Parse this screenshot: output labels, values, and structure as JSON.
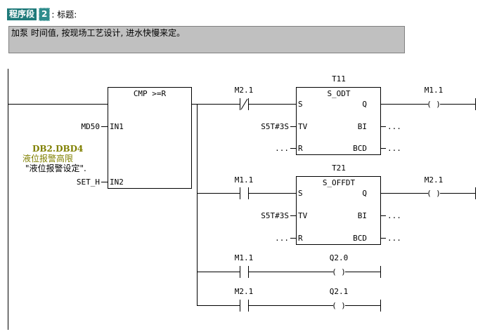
{
  "network": {
    "label": "程序段",
    "number": "2",
    "title_label": ": 标题:"
  },
  "comment": "加泵 时间值, 按现场工艺设计, 进水快慢来定。",
  "compare_block": {
    "name": "CMP >=R",
    "in1_label": "IN1",
    "in2_label": "IN2",
    "in1_operand": "MD50",
    "in2_operand": "SET_H"
  },
  "in2_info": {
    "address": "DB2.DBD4",
    "symbol": "液位报警高限",
    "comment": "\"液位报警设定\"."
  },
  "rungs": [
    {
      "contact": "M2.1",
      "contact_type": "NC",
      "timer": {
        "name": "T11",
        "type": "S_ODT",
        "tv": "S5T#3S",
        "pins": [
          "S",
          "TV",
          "R",
          "Q",
          "BI",
          "BCD"
        ],
        "r_operand": "...",
        "bi_operand": "...",
        "bcd_operand": "..."
      },
      "coil": "M1.1"
    },
    {
      "contact": "M1.1",
      "contact_type": "NO",
      "timer": {
        "name": "T21",
        "type": "S_OFFDT",
        "tv": "S5T#3S",
        "pins": [
          "S",
          "TV",
          "R",
          "Q",
          "BI",
          "BCD"
        ],
        "r_operand": "...",
        "bi_operand": "...",
        "bcd_operand": "..."
      },
      "coil": "M2.1"
    },
    {
      "contact": "M1.1",
      "contact_type": "NO",
      "coil": "Q2.0"
    },
    {
      "contact": "M2.1",
      "contact_type": "NO",
      "coil": "Q2.1"
    }
  ],
  "coil_symbol": "( )",
  "colors": {
    "header_bg": "#1f7a7a",
    "comment_bg": "#c0c0c0",
    "symbol": "#808000"
  }
}
